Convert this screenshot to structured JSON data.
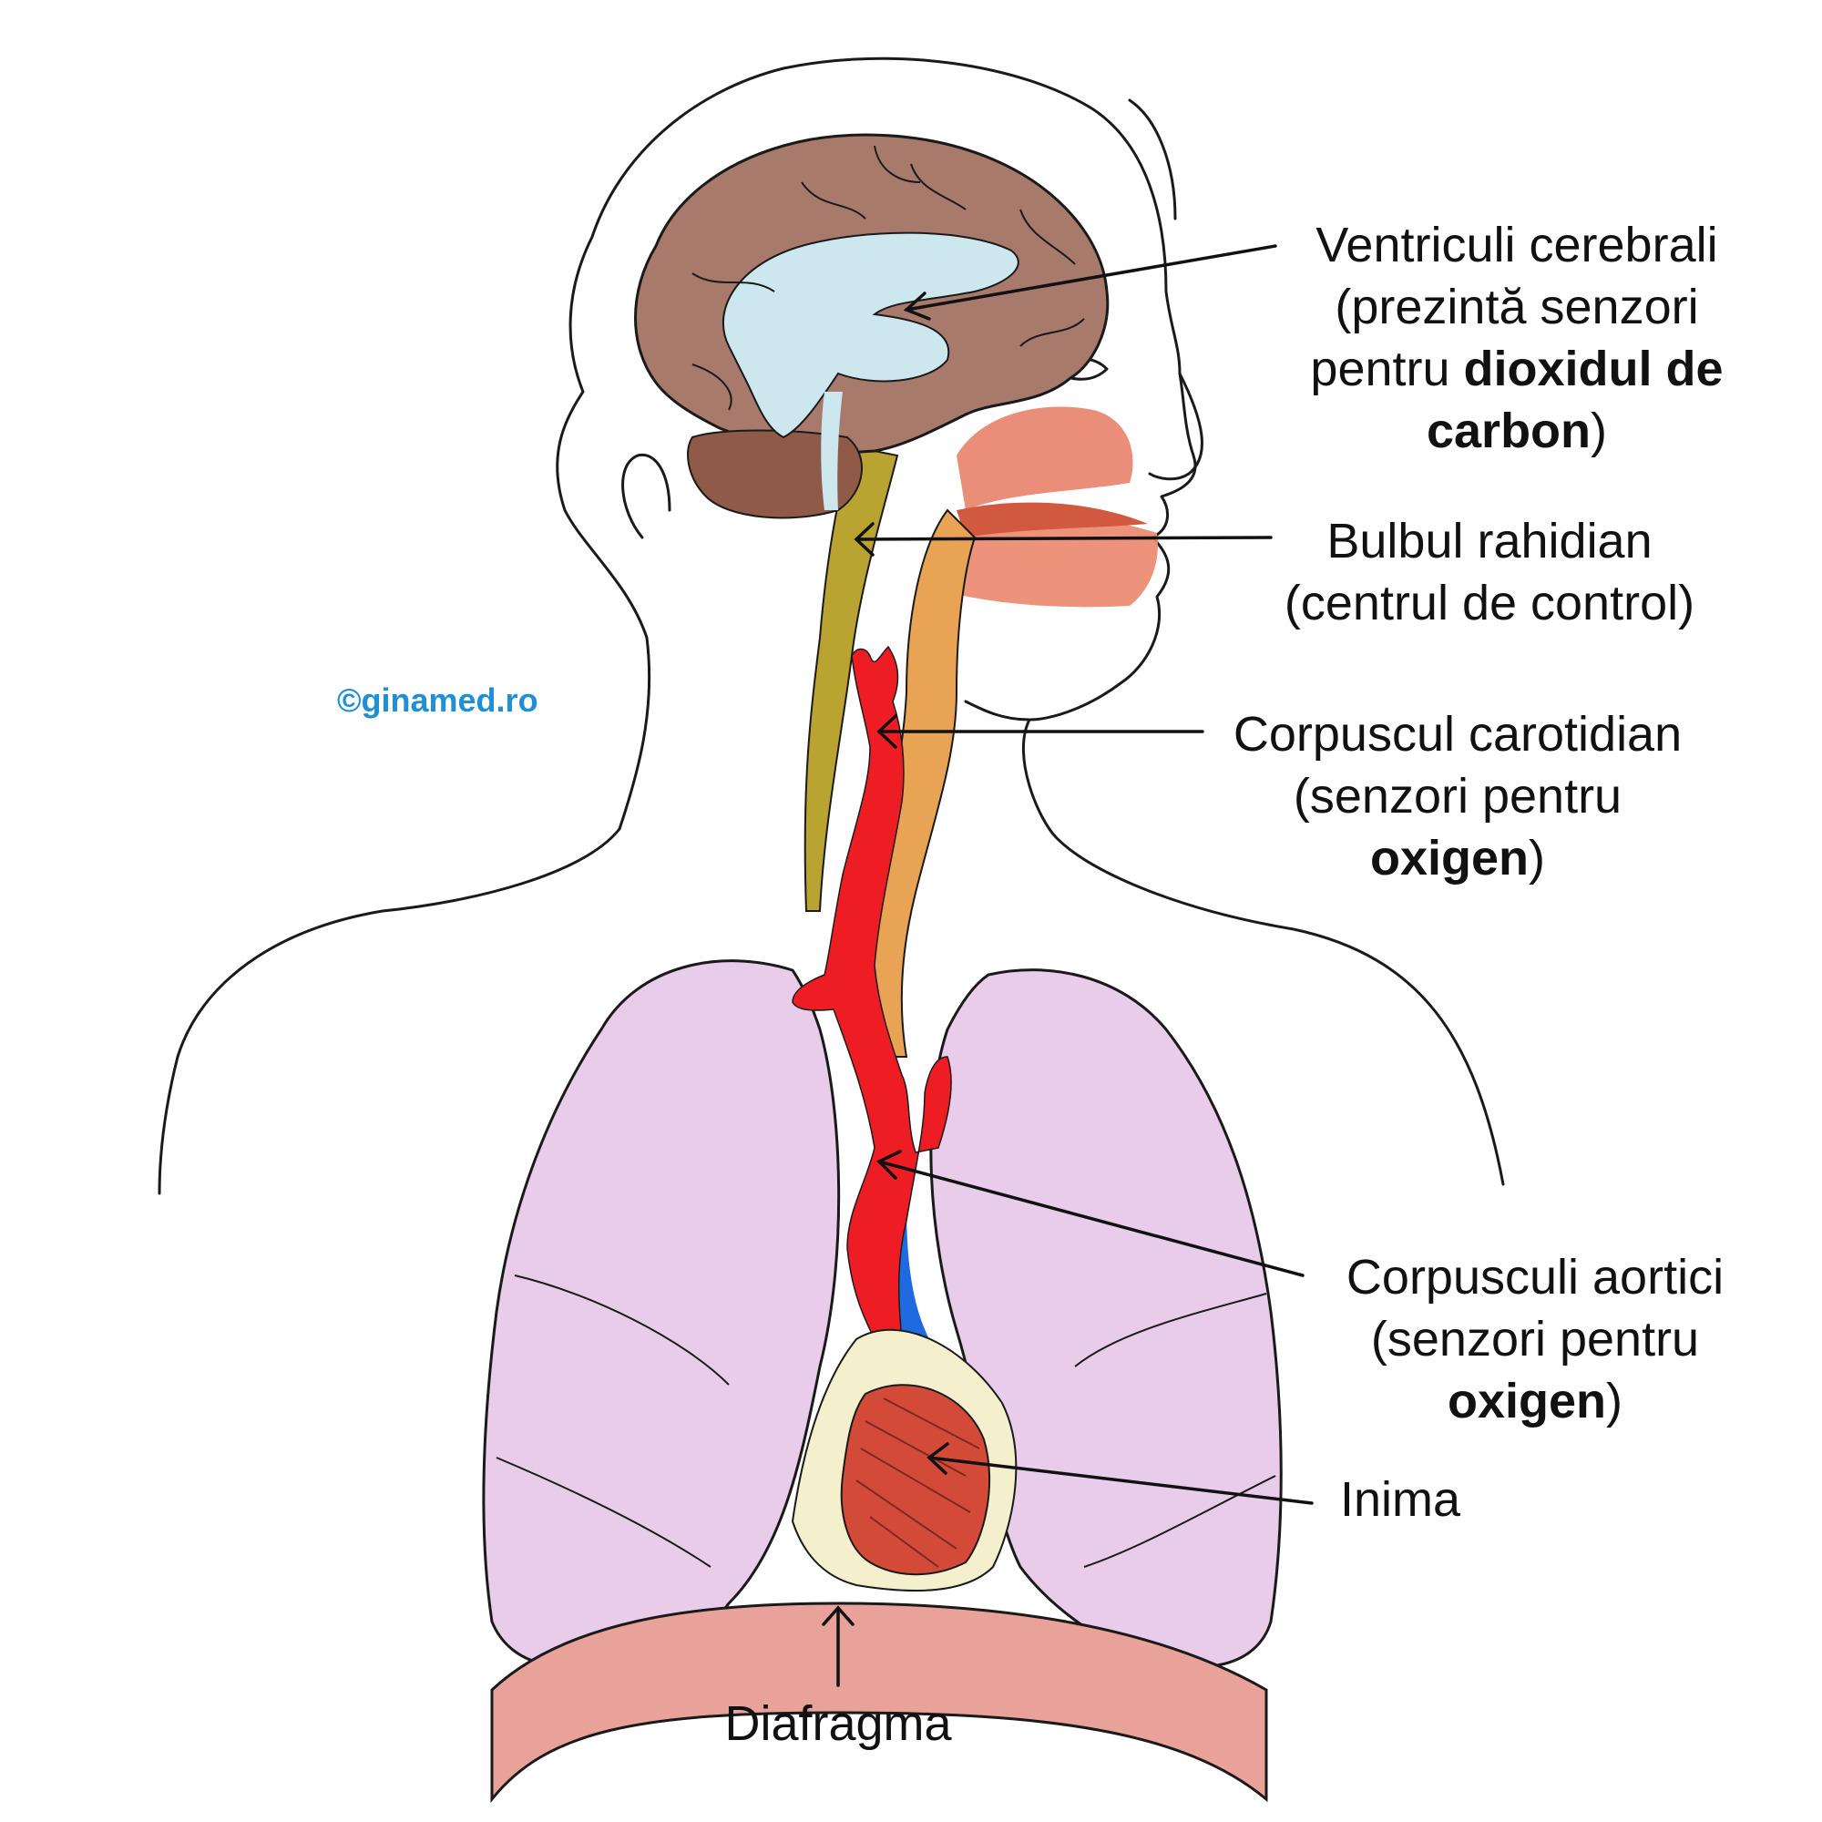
{
  "colors": {
    "brain": "#a87a6c",
    "cerebellum": "#8f5a48",
    "ventricles": "#cde7ee",
    "spinal_cord": "#b9a432",
    "artery": "#ee1d24",
    "vein": "#1f6ae0",
    "airway": "#e8a354",
    "lungs": "#e8cce9",
    "heart": "#d44a38",
    "pericardium": "#f4efcc",
    "diaphragm": "#e9a29a",
    "mouth": "#e8826a",
    "watermark": "#1f8fd6"
  },
  "watermark": {
    "text": "©ginamed.ro"
  },
  "labels": {
    "ventricles": {
      "line1": "Ventriculi cerebrali",
      "line2": "(prezintă senzori",
      "line3_pre": "pentru ",
      "line3_bold": "dioxidul de",
      "line4_bold": "carbon",
      "line4_post": ")"
    },
    "bulb": {
      "line1": "Bulbul rahidian",
      "line2": "(centrul de control)"
    },
    "carotid": {
      "line1": "Corpuscul carotidian",
      "line2": "(senzori pentru",
      "line3_bold": "oxigen",
      "line3_post": ")"
    },
    "aortic": {
      "line1": "Corpusculi aortici",
      "line2": "(senzori pentru",
      "line3_bold": "oxigen",
      "line3_post": ")"
    },
    "heart": {
      "line1": "Inima"
    },
    "diaphragm": {
      "line1": "Diafragma"
    }
  },
  "icons": {
    "arrows": [
      "ventricles-arrow",
      "bulb-arrow",
      "carotid-arrow",
      "aortic-arrow",
      "heart-arrow",
      "diaphragm-arrow"
    ]
  }
}
